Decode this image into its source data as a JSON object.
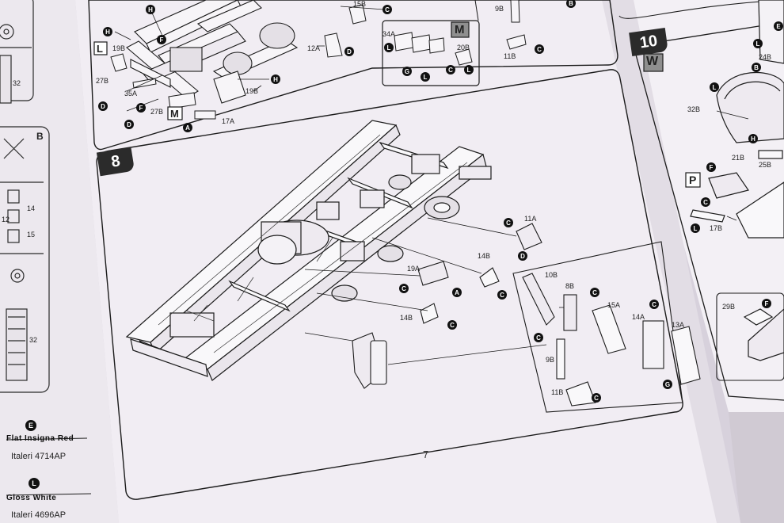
{
  "page_number": "7",
  "steps": {
    "step8": "8",
    "step10": "10"
  },
  "paint_legend": [
    {
      "code": "E",
      "name": "Flat Insigna Red",
      "ref": "Italeri 4714AP"
    },
    {
      "code": "L",
      "name": "Gloss White",
      "ref": "Italeri 4696AP"
    }
  ],
  "sprue_labels": {
    "sprue_b": "B",
    "s14": "14",
    "s15": "15",
    "s32a": "32",
    "s32b": "32",
    "s12": "12"
  },
  "top_panel_labels": [
    "19B",
    "27B",
    "35A",
    "27B",
    "17A",
    "19B",
    "12A",
    "15B",
    "34A",
    "20B",
    "11B",
    "9B"
  ],
  "step8_labels": [
    "11A",
    "14B",
    "19A",
    "14B",
    "10B",
    "8B",
    "15A",
    "14A",
    "13A",
    "9B",
    "11B"
  ],
  "step10_labels": [
    "24B",
    "32B",
    "21B",
    "25B",
    "17B",
    "29B"
  ],
  "boxed_letters": {
    "L": "L",
    "M_top": "M",
    "M_box": "M",
    "P": "P",
    "W": "W"
  },
  "paint_codes_visible": [
    "H",
    "F",
    "C",
    "D",
    "A",
    "G",
    "L",
    "B",
    "E",
    "W"
  ],
  "colors": {
    "paper": "#f1edf3",
    "shadow": "#c9c3cc",
    "ink": "#1c1c1c",
    "gray_badge": "#8f8f8f",
    "bg": "#d9d3de"
  }
}
